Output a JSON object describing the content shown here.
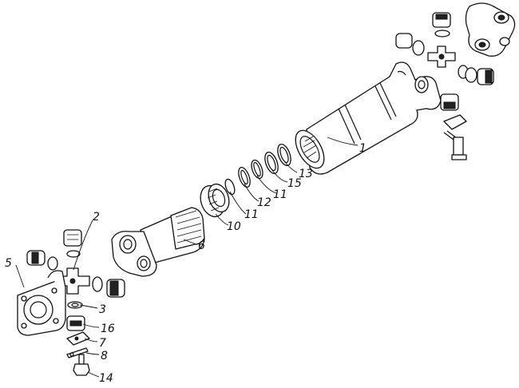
{
  "labels": {
    "l1": "1",
    "l2": "2",
    "l3": "3",
    "l5": "5",
    "l6": "6",
    "l7": "7",
    "l8": "8",
    "l10": "10",
    "l11a": "11",
    "l11b": "11",
    "l12": "12",
    "l13": "13",
    "l14": "14",
    "l15": "15",
    "l16": "16"
  }
}
